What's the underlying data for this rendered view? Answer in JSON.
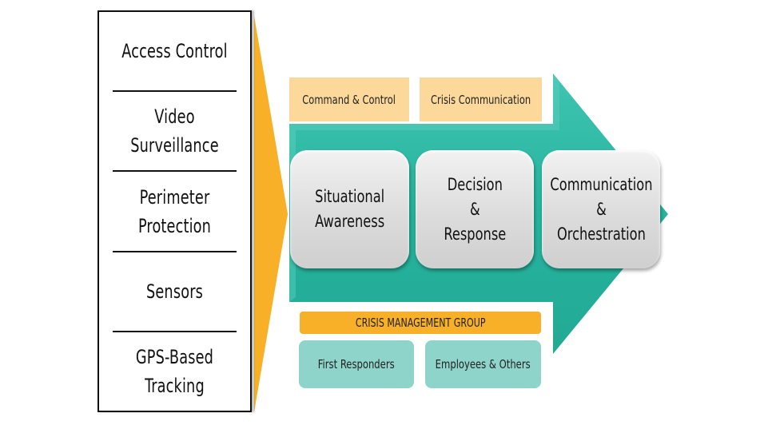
{
  "colors": {
    "chevron": "#f7b027",
    "arrow": "#2bb9a4",
    "tan_box": "#fcd99a",
    "grey_box": "#dcdcdc",
    "cmg_bar": "#f7b027",
    "teal_box": "#8ed4ca",
    "border": "#111111"
  },
  "sources": [
    {
      "label": "Access Control"
    },
    {
      "label": "Video Surveillance"
    },
    {
      "label": "Perimeter Protection"
    },
    {
      "label": "Sensors"
    },
    {
      "label": "GPS-Based Tracking"
    }
  ],
  "top_boxes": [
    {
      "label": "Command & Control"
    },
    {
      "label": "Crisis Communication"
    }
  ],
  "process_steps": [
    {
      "label": "Situational\nAwareness"
    },
    {
      "label": "Decision\n&\nResponse"
    },
    {
      "label": "Communication\n&\nOrchestration"
    }
  ],
  "crisis_group": {
    "title": "CRISIS MANAGEMENT GROUP",
    "members": [
      {
        "label": "First Responders"
      },
      {
        "label": "Employees & Others"
      }
    ]
  }
}
